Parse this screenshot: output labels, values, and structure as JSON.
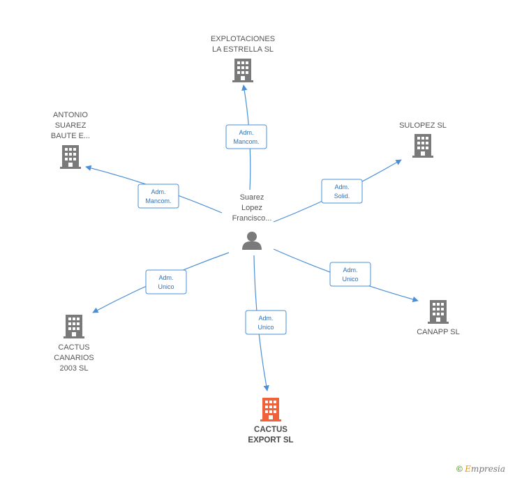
{
  "center": {
    "lines": [
      "Suarez",
      "Lopez",
      "Francisco..."
    ],
    "icon": "person-icon"
  },
  "nodes": [
    {
      "id": "explotaciones",
      "lines": [
        "EXPLOTACIONES",
        "LA ESTRELLA SL"
      ],
      "icon": "building-icon",
      "highlight": false
    },
    {
      "id": "sulopez",
      "lines": [
        "SULOPEZ SL"
      ],
      "icon": "building-icon",
      "highlight": false
    },
    {
      "id": "antonio",
      "lines": [
        "ANTONIO",
        "SUAREZ",
        "BAUTE E..."
      ],
      "icon": "building-icon",
      "highlight": false
    },
    {
      "id": "canapp",
      "lines": [
        "CANAPP SL"
      ],
      "icon": "building-icon",
      "highlight": false
    },
    {
      "id": "cactus-canarios",
      "lines": [
        "CACTUS",
        "CANARIOS",
        "2003 SL"
      ],
      "icon": "building-icon",
      "highlight": false
    },
    {
      "id": "cactus-export",
      "lines": [
        "CACTUS",
        "EXPORT SL"
      ],
      "icon": "building-icon",
      "highlight": true
    }
  ],
  "relations": [
    {
      "to": "explotaciones",
      "lines": [
        "Adm.",
        "Mancom."
      ]
    },
    {
      "to": "sulopez",
      "lines": [
        "Adm.",
        "Solid."
      ]
    },
    {
      "to": "antonio",
      "lines": [
        "Adm.",
        "Mancom."
      ]
    },
    {
      "to": "canapp",
      "lines": [
        "Adm.",
        "Unico"
      ]
    },
    {
      "to": "cactus-canarios",
      "lines": [
        "Adm.",
        "Unico"
      ]
    },
    {
      "to": "cactus-export",
      "lines": [
        "Adm.",
        "Unico"
      ]
    }
  ],
  "colors": {
    "edge": "#4a8fd8",
    "building": "#7a7a7a",
    "building_highlight": "#f0633a",
    "person": "#7a7a7a"
  },
  "footer": {
    "copyright": "©",
    "brand_initial": "E",
    "brand_rest": "mpresia"
  }
}
